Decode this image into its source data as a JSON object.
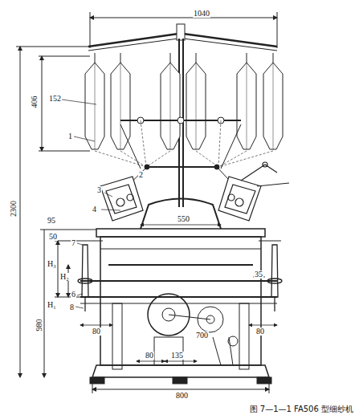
{
  "diagram": {
    "caption": "图 7—1—1   FA506 型细纱机",
    "labels": [
      "1040",
      "406",
      "152",
      "1",
      "2",
      "2300",
      "3",
      "4",
      "550",
      "95",
      "50",
      "7",
      "H₃",
      "H₂",
      "H₁",
      "6",
      "8",
      "980",
      "35",
      "80",
      "700",
      "80",
      "80",
      "135",
      "800"
    ]
  }
}
